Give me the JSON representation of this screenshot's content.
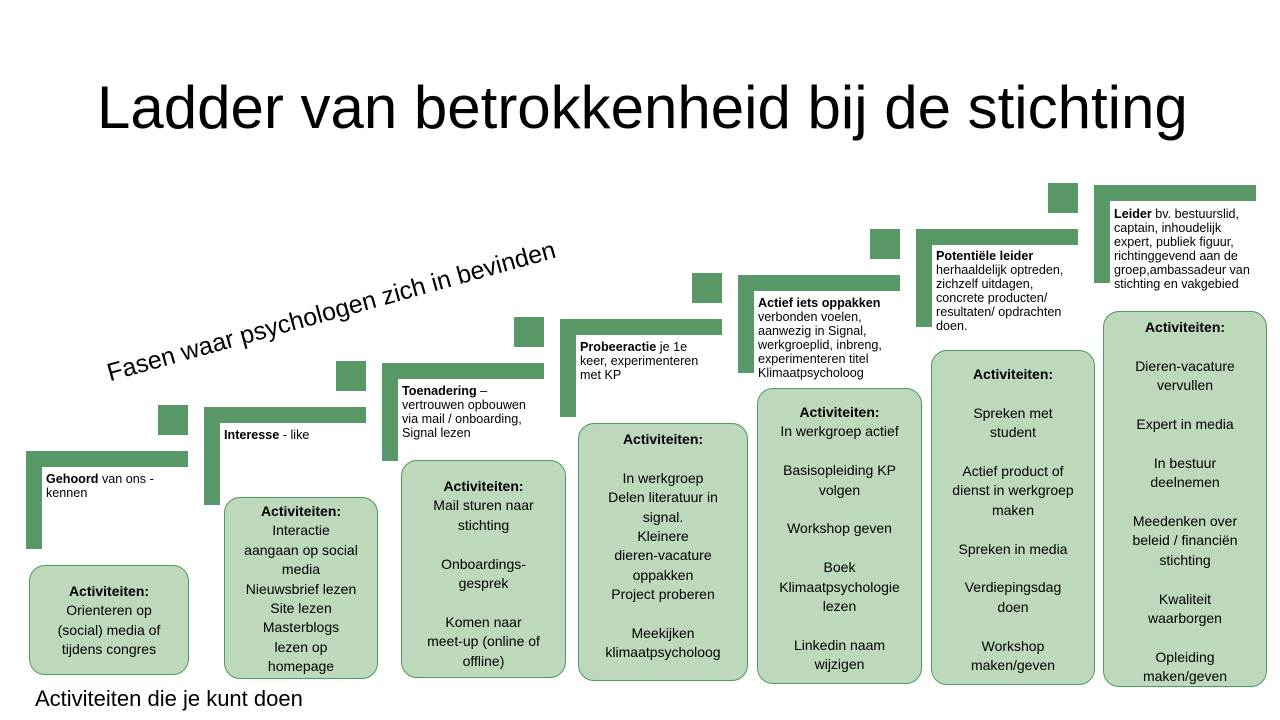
{
  "title": "Ladder van betrokkenheid bij de stichting",
  "diagonal_label": "Fasen waar psychologen zich in bevinden",
  "footer_label": "Activiteiten die je kunt doen",
  "steps": [
    {
      "head": "Gehoord",
      "rest": " van ons - kennen"
    },
    {
      "head": "Interesse",
      "rest": " - like"
    },
    {
      "head": "Toenadering",
      "rest": " – vertrouwen opbouwen via mail / onboarding, Signal lezen"
    },
    {
      "head": "Probeeractie",
      "rest": " je 1e keer, experimenteren met KP"
    },
    {
      "head": "Actief iets oppakken",
      "rest": " verbonden voelen, aanwezig in Signal, werkgroeplid, inbreng, experimenteren titel Klimaatpsycholoog"
    },
    {
      "head": "Potentiële leider",
      "rest": " herhaaldelijk optreden, zichzelf uitdagen, concrete producten/ resultaten/ opdrachten doen."
    },
    {
      "head": "Leider",
      "rest": " bv. bestuurslid, captain, inhoudelijk expert, publiek figuur, richtinggevend aan de groep,ambassadeur van stichting en vakgebied"
    }
  ],
  "activities": [
    {
      "heading": "Activiteiten:",
      "lines": [
        "Orienteren op",
        "(social) media of",
        "tijdens congres"
      ]
    },
    {
      "heading": "Activiteiten:",
      "lines": [
        "Interactie",
        "aangaan op social",
        "media",
        "Nieuwsbrief lezen",
        "Site lezen",
        "Masterblogs",
        "lezen op",
        "homepage"
      ]
    },
    {
      "heading": "Activiteiten:",
      "lines": [
        "Mail sturen naar",
        "stichting",
        "",
        "Onboardings-",
        "gesprek",
        "",
        "Komen naar",
        "meet-up (online of",
        "offline)"
      ]
    },
    {
      "heading": "Activiteiten:",
      "lines": [
        "",
        "In werkgroep",
        "Delen literatuur in",
        "signal.",
        "Kleinere",
        "dieren-vacature",
        "oppakken",
        "Project proberen",
        "",
        "Meekijken",
        "klimaatpsycholoog"
      ]
    },
    {
      "heading": "Activiteiten:",
      "lines": [
        "In werkgroep actief",
        "",
        "Basisopleiding KP",
        "volgen",
        "",
        "Workshop geven",
        "",
        "Boek",
        "Klimaatpsychologie",
        "lezen",
        "",
        "Linkedin naam",
        "wijzigen"
      ]
    },
    {
      "heading": "Activiteiten:",
      "lines": [
        "",
        "Spreken met",
        "student",
        "",
        "Actief product of",
        "dienst in werkgroep",
        "maken",
        "",
        "Spreken in media",
        "",
        "Verdiepingsdag",
        "doen",
        "",
        "Workshop",
        "maken/geven"
      ]
    },
    {
      "heading": "Activiteiten:",
      "lines": [
        "",
        "Dieren-vacature",
        "vervullen",
        "",
        "Expert in media",
        "",
        "In bestuur",
        "deelnemen",
        "",
        "Meedenken over",
        "beleid / financiën",
        "stichting",
        "",
        "Kwaliteit",
        "waarborgen",
        "",
        "Opleiding",
        "maken/geven"
      ]
    }
  ],
  "colors": {
    "stair": "#579866",
    "box_fill": "#bed8bb",
    "box_border": "#4b9a5e"
  }
}
